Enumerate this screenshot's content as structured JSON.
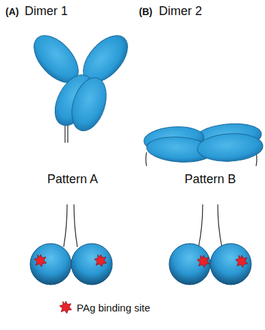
{
  "diagram": {
    "labels": [
      "(A)",
      "Dimer 1",
      "(B)",
      "Dimer 2",
      "Pattern A",
      "Pattern B"
    ],
    "legend": [
      {
        "text": "PAg binding site"
      }
    ]
  }
}
